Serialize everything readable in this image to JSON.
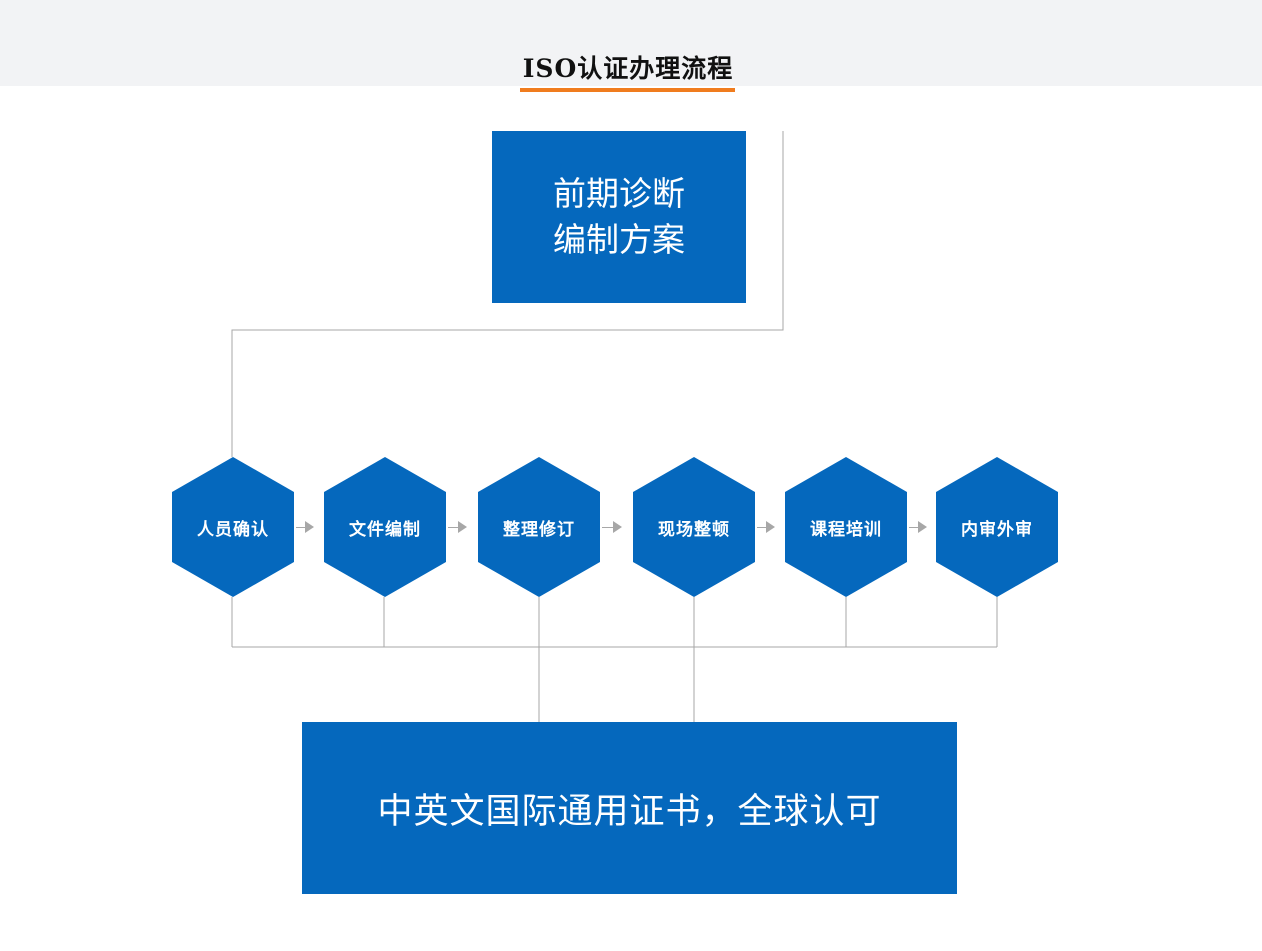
{
  "header": {
    "title": "ISO认证办理流程"
  },
  "top_box": {
    "line1": "前期诊断",
    "line2": "编制方案"
  },
  "steps": [
    {
      "label": "人员确认"
    },
    {
      "label": "文件编制"
    },
    {
      "label": "整理修订"
    },
    {
      "label": "现场整顿"
    },
    {
      "label": "课程培训"
    },
    {
      "label": "内审外审"
    }
  ],
  "result_box": {
    "label": "中英文国际通用证书，全球认可"
  },
  "colors": {
    "box_blue": "#0568bd",
    "accent_orange": "#f07c1e",
    "connector_gray": "#a7a7a7",
    "header_bg": "#f2f3f5"
  }
}
